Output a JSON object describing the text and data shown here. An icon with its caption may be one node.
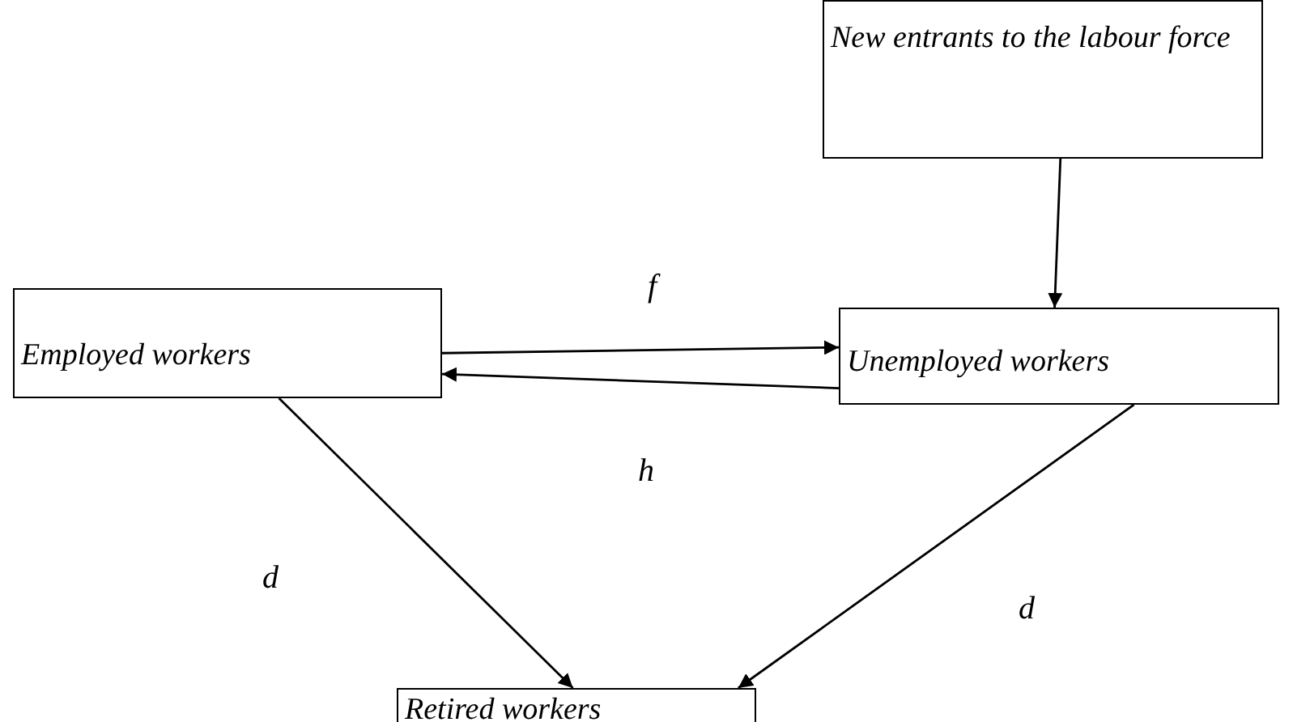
{
  "diagram": {
    "nodes": [
      {
        "text": [
          "New entrants to the labour force"
        ]
      },
      {
        "text": [
          "Employed workers"
        ]
      },
      {
        "text": [
          "Unemployed workers"
        ]
      },
      {
        "text": [
          "Retired workers"
        ]
      }
    ],
    "edges": [
      {
        "from": 0,
        "to": 2,
        "arrow": "to"
      },
      {
        "from": 1,
        "to": 2,
        "arrow": "to",
        "label": "f"
      },
      {
        "from": 2,
        "to": 1,
        "arrow": "to",
        "label": "h"
      },
      {
        "from": 1,
        "to": 3,
        "arrow": "to",
        "label": "d"
      },
      {
        "from": 2,
        "to": 3,
        "arrow": "to",
        "label": "d"
      }
    ]
  }
}
